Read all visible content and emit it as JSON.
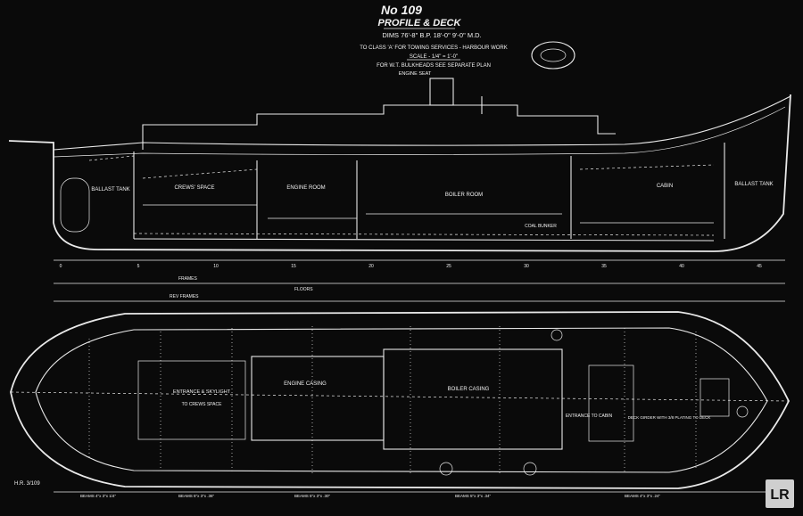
{
  "header": {
    "number": "No 109",
    "title": "PROFILE & DECK",
    "dims": "DIMS 76'-8\" B.P. 18'-0\" 9'-0\" M.D.",
    "class_note": "TO CLASS 'A' FOR TOWING SERVICES - HARBOUR WORK",
    "scale": "SCALE - 1/4\" = 1'-0\"",
    "note": "FOR W.T. BULKHEADS SEE SEPARATE PLAN",
    "engine_seat": "ENGINE SEAT"
  },
  "profile": {
    "labels": {
      "crews_space": "CREWS' SPACE",
      "engine_room": "ENGINE ROOM",
      "boiler_room": "BOILER ROOM",
      "cabin": "CABIN",
      "ballast_tank_fwd": "BALLAST TANK",
      "ballast_tank_aft": "BALLAST TANK",
      "coal_bunker": "COAL BUNKER",
      "floors": "FLOORS",
      "frames": "FRAMES",
      "rev_frames": "REV FRAMES"
    },
    "frame_numbers": [
      "0",
      "5",
      "10",
      "15",
      "20",
      "25",
      "30",
      "35",
      "40",
      "45"
    ]
  },
  "deck": {
    "labels": {
      "engine_casing": "ENGINE CASING",
      "boiler_casing": "BOILER CASING",
      "entrance_skylight": "ENTRANCE & SKYLIGHT",
      "to_crews_space": "TO CREWS SPACE",
      "entrance_to_cabin": "ENTRANCE TO CABIN",
      "deck_girder": "DECK GIRDER WITH 3/8 PLATING TO DECK"
    },
    "footer_ref": "H.R. 3/109",
    "beams": [
      "BEAMS 4\"x 3\"x 1/4\"",
      "BEAMS 5\"x 3\"x .36\"",
      "BEAMS 5\"x 3\"x .30\"",
      "BEAMS 5\"x 3\"x .34\"",
      "BEAMS 4\"x 3\"x .24\""
    ]
  },
  "stamp": {
    "logo_text": "LR"
  }
}
